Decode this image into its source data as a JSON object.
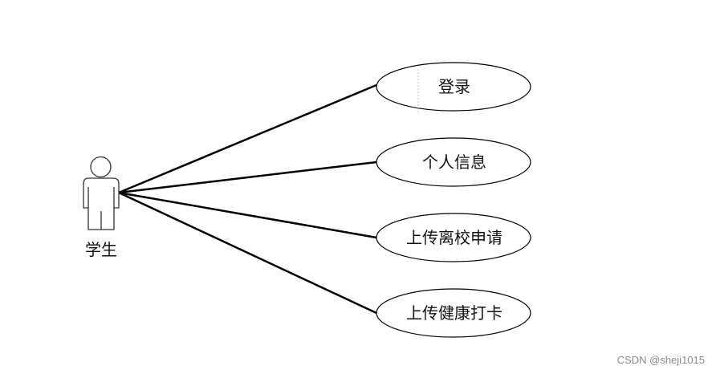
{
  "diagram": {
    "actor": {
      "label": "学生"
    },
    "use_cases": [
      {
        "label": "登录"
      },
      {
        "label": "个人信息"
      },
      {
        "label": "上传离校申请"
      },
      {
        "label": "上传健康打卡"
      }
    ]
  },
  "watermark": "CSDN @sheji1015"
}
